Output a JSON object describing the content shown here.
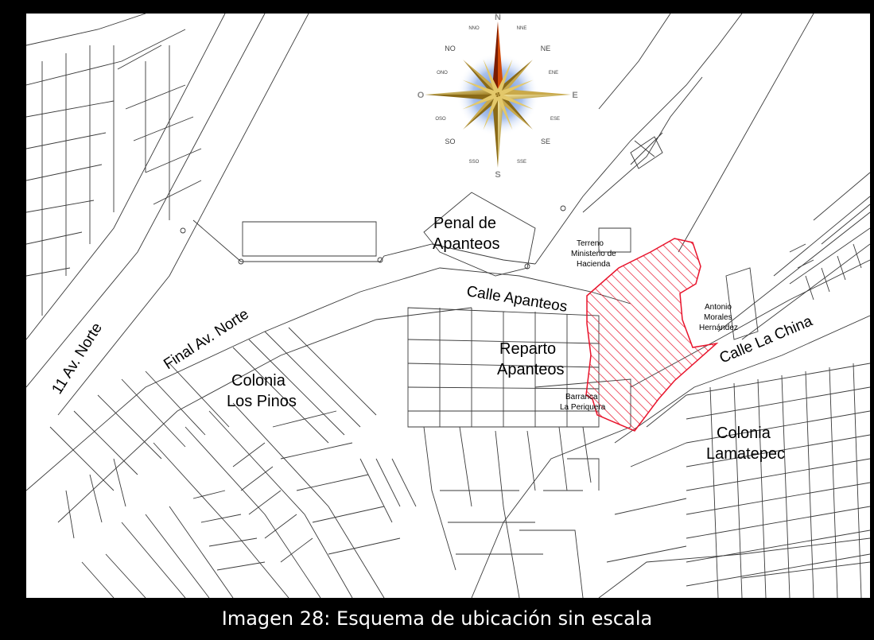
{
  "map": {
    "labels": {
      "av_11_norte": "11 Av. Norte",
      "final_av_norte": "Final Av. Norte",
      "colonia_los_pinos_1": "Colonia",
      "colonia_los_pinos_2": "Los Pinos",
      "penal_1": "Penal de",
      "penal_2": "Apanteos",
      "calle_apanteos": "Calle Apanteos",
      "terreno_1": "Terreno",
      "terreno_2": "Ministerio de",
      "terreno_3": "Hacienda",
      "reparto_1": "Reparto",
      "reparto_2": "Apanteos",
      "barranca_1": "Barranca",
      "barranca_2": "La Periquera",
      "antonio_1": "Antonio",
      "antonio_2": "Morales",
      "antonio_3": "Hernández",
      "calle_la_china": "Calle La China",
      "colonia_lamatepec_1": "Colonia",
      "colonia_lamatepec_2": "Lamatepec"
    },
    "compass": {
      "icon": "compass-rose-icon",
      "n": "N",
      "s": "S",
      "e": "E",
      "o": "O",
      "ne": "NE",
      "no": "NO",
      "se": "SE",
      "so": "SO",
      "nne": "NNE",
      "nno": "NNO",
      "ene": "ENE",
      "ono": "ONO",
      "ese": "ESE",
      "oso": "OSO",
      "sse": "SSE",
      "sso": "SSO"
    },
    "highlight_color": "#e8132b"
  },
  "caption": "Imagen 28: Esquema de ubicación sin escala"
}
